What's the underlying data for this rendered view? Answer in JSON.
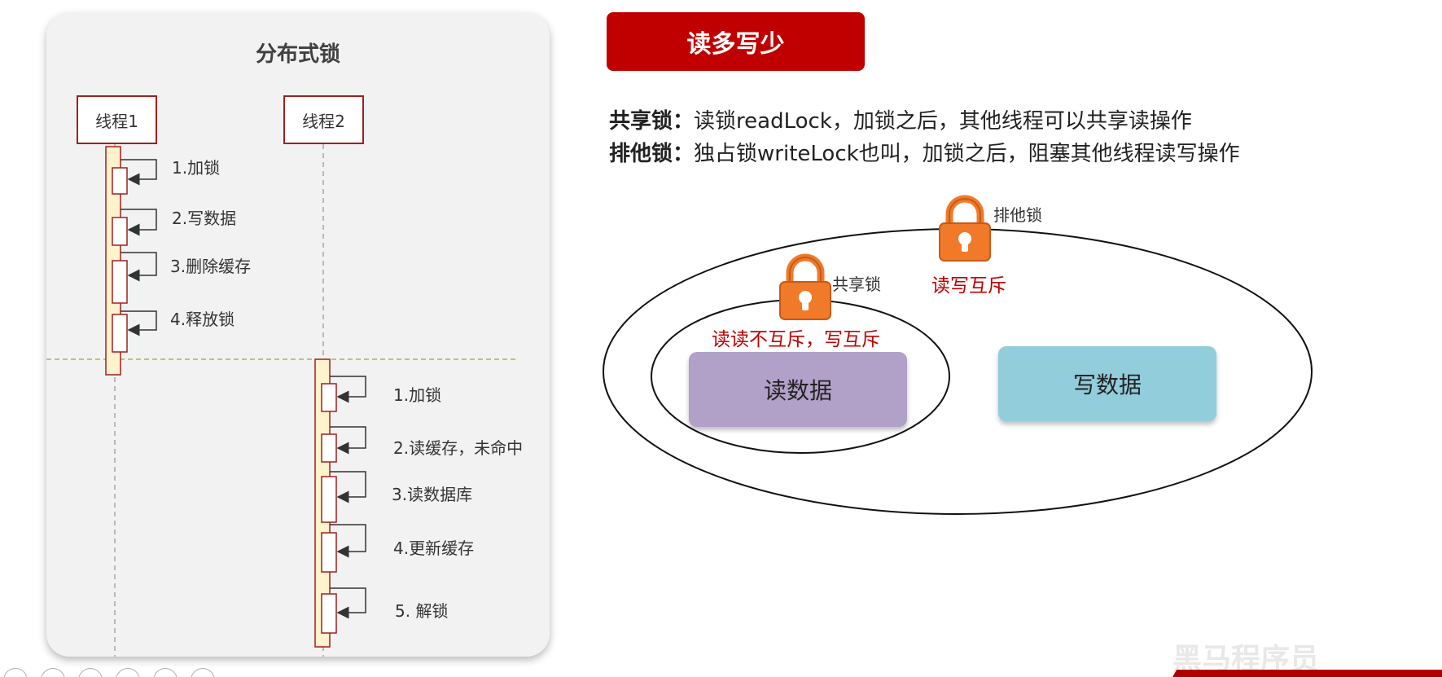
{
  "left_panel": {
    "title": "分布式锁",
    "lanes": [
      "线程1",
      "线程2"
    ],
    "thread1_steps": [
      "1.加锁",
      "2.写数据",
      "3.删除缓存",
      "4.释放锁"
    ],
    "thread2_steps": [
      "1.加锁",
      "2.读缓存，未命中",
      "3.读数据库",
      "4.更新缓存",
      "5. 解锁"
    ]
  },
  "right_panel": {
    "topic": "读多写少",
    "shared_lock": {
      "term": "共享锁：",
      "text": "读锁readLock，加锁之后，其他线程可以共享读操作"
    },
    "exclusive_lock": {
      "term": "排他锁：",
      "text": "独占锁writeLock也叫，加锁之后，阻塞其他线程读写操作"
    },
    "diagram": {
      "outer_lock_label": "排他锁",
      "outer_rule": "读写互斥",
      "inner_lock_label": "共享锁",
      "inner_rule": "读读不互斥，写互斥",
      "read_box": "读数据",
      "write_box": "写数据"
    }
  },
  "watermark": "黑马程序员",
  "colors": {
    "accent_red": "#c00000",
    "lock_orange": "#f07a2a",
    "read_box": "#b1a0c7",
    "write_box": "#92cddc",
    "panel_bg": "#f2f2f2"
  }
}
